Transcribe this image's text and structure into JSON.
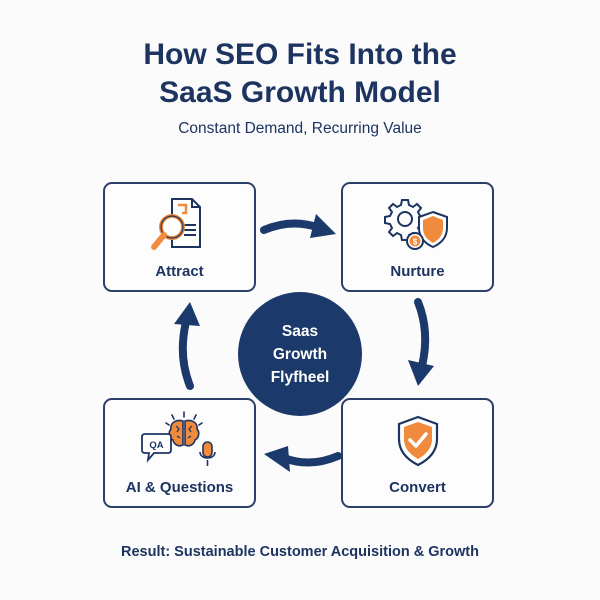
{
  "header": {
    "title_line1": "How SEO Fits Into the",
    "title_line2": "SaaS Growth Model",
    "subtitle": "Constant Demand, Recurring Value"
  },
  "hub": {
    "line1": "Saas",
    "line2": "Growth",
    "line3": "Flyfheel"
  },
  "stages": [
    {
      "label": "Attract",
      "icon": "magnifier-document-icon"
    },
    {
      "label": "Nurture",
      "icon": "gear-shield-dollar-icon"
    },
    {
      "label": "Convert",
      "icon": "shield-check-icon"
    },
    {
      "label": "AI & Questions",
      "icon": "qa-brain-microphone-icon"
    }
  ],
  "footer": {
    "result": "Result: Sustainable Customer Acquisition & Growth"
  },
  "colors": {
    "navy": "#1b3a6b",
    "text": "#1d3461",
    "orange": "#f08a3c",
    "background": "#fbfbfb"
  }
}
